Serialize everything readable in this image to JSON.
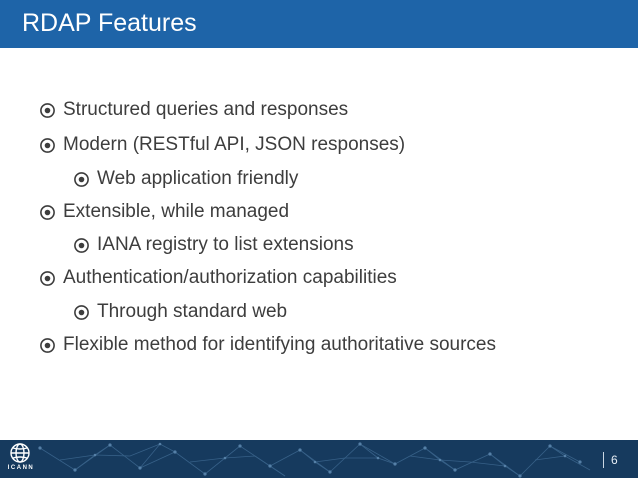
{
  "title": "RDAP Features",
  "bullets": [
    {
      "text": "Structured queries and responses",
      "level": 1
    },
    {
      "text": "Modern (RESTful API, JSON responses)",
      "level": 1
    },
    {
      "text": "Web application friendly",
      "level": 2
    },
    {
      "text": "Extensible, while managed",
      "level": 1
    },
    {
      "text": "IANA registry to list extensions",
      "level": 2
    },
    {
      "text": "Authentication/authorization capabilities",
      "level": 1
    },
    {
      "text": "Through standard web",
      "level": 2
    },
    {
      "text": "Flexible method for identifying authoritative sources",
      "level": 1
    }
  ],
  "footer": {
    "logo_text": "ICANN",
    "page_number": "6"
  },
  "colors": {
    "title_bar": "#1e64a8",
    "footer": "#163a5e",
    "bullet_text": "#3d3d3d"
  },
  "icons": {
    "bullet": "circled-dot-icon",
    "logo": "globe-icon"
  }
}
